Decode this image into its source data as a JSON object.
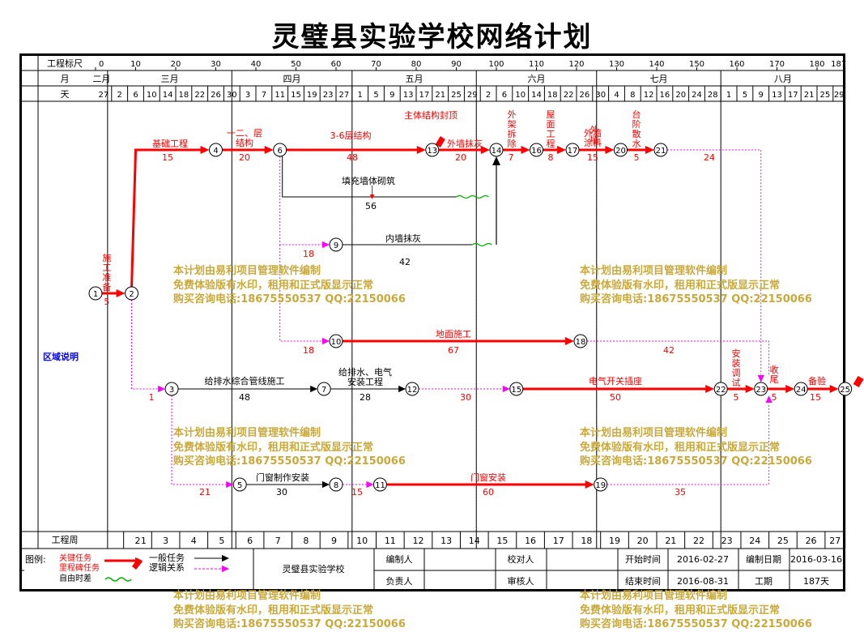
{
  "title": "灵璧县实验学校网络计划",
  "rows": {
    "scale": "工程标尺",
    "month": "月",
    "day": "天",
    "region": "区域说明",
    "week": "工程周"
  },
  "scale_ticks": [
    "0",
    "10",
    "20",
    "30",
    "40",
    "50",
    "60",
    "70",
    "80",
    "90",
    "100",
    "110",
    "120",
    "130",
    "140",
    "150",
    "160",
    "170",
    "180",
    "187"
  ],
  "months": [
    "二月",
    "三月",
    "四月",
    "五月",
    "六月",
    "七月",
    "八月"
  ],
  "days": [
    "27",
    "2",
    "6",
    "10",
    "14",
    "18",
    "22",
    "26",
    "30",
    "3",
    "7",
    "11",
    "15",
    "19",
    "23",
    "27",
    "1",
    "5",
    "9",
    "13",
    "17",
    "21",
    "25",
    "29",
    "2",
    "6",
    "10",
    "14",
    "18",
    "22",
    "26",
    "30",
    "4",
    "8",
    "12",
    "16",
    "20",
    "24",
    "28",
    "1",
    "5",
    "9",
    "13",
    "17",
    "21",
    "25",
    "29"
  ],
  "weeks": [
    "1",
    "2",
    "3",
    "4",
    "5",
    "6",
    "7",
    "8",
    "9",
    "10",
    "11",
    "12",
    "13",
    "14",
    "15",
    "16",
    "17",
    "18",
    "19",
    "20",
    "21",
    "22",
    "23",
    "24",
    "25",
    "26",
    "27"
  ],
  "nodes": [
    "1",
    "2",
    "3",
    "4",
    "5",
    "6",
    "7",
    "8",
    "9",
    "10",
    "11",
    "12",
    "13",
    "14",
    "15",
    "16",
    "17",
    "18",
    "19",
    "20",
    "21",
    "22",
    "23",
    "24",
    "25"
  ],
  "tasks": {
    "prep": {
      "name": "施工准备",
      "dur": "5"
    },
    "found": {
      "name": "基础工程",
      "dur": "15"
    },
    "floor12": {
      "name1": "一二、层",
      "name2": "结构",
      "dur": "20"
    },
    "floor36": {
      "name": "3-6层结构",
      "dur": "48"
    },
    "topping": {
      "name": "主体结构封顶"
    },
    "outplaster": {
      "name": "外墙抹灰",
      "dur": "20"
    },
    "scaffold": {
      "name": "外架拆除",
      "dur": "7"
    },
    "roof": {
      "name": "屋面工程",
      "dur": "8"
    },
    "paint": {
      "name": "外墙涂料",
      "dur": "15"
    },
    "steps": {
      "name": "台阶散水",
      "dur": "5"
    },
    "infill": {
      "name": "填充墙体砌筑",
      "dur": "56"
    },
    "inplaster": {
      "name": "内墙抹灰",
      "dur": "42"
    },
    "ground": {
      "name": "地面施工",
      "dur": "67"
    },
    "pipe": {
      "name": "给排水综合管线施工",
      "dur": "48"
    },
    "plumb": {
      "name1": "给排水、电气",
      "name2": "安装工程",
      "dur": "28"
    },
    "switch": {
      "name": "电气开关插座",
      "dur": "50"
    },
    "debug": {
      "name": "安装调试",
      "dur": "5"
    },
    "close": {
      "name": "收尾",
      "dur": "5"
    },
    "accept": {
      "name": "备验",
      "dur": "15"
    },
    "door": {
      "name": "门窗制作安装",
      "dur": "30"
    },
    "window": {
      "name": "门窗安装",
      "dur": "60"
    }
  },
  "logic_durs": {
    "d24": "24",
    "d18a": "18",
    "d18b": "18",
    "d42": "42",
    "d1": "1",
    "d30": "30",
    "d21": "21",
    "d15": "15",
    "d35": "35"
  },
  "legend": {
    "title": "图例:",
    "critical": "关键任务",
    "milestone": "里程碑任务",
    "float": "自由时差",
    "normal": "一般任务",
    "logic": "逻辑关系"
  },
  "info": {
    "project": "灵璧县实验学校",
    "editor_label": "编制人",
    "checker_label": "校对人",
    "start_label": "开始时间",
    "start": "2016-02-27",
    "compile_label": "编制日期",
    "compile": "2016-03-16",
    "owner_label": "负责人",
    "reviewer_label": "审核人",
    "end_label": "结束时间",
    "end": "2016-08-31",
    "period_label": "工期",
    "period": "187天"
  },
  "watermark": {
    "line1": "本计划由易利项目管理软件编制",
    "line2": "免费体验版有水印，租用和正式版显示正常",
    "line3": "购买咨询电话:18675550537 QQ:22150066"
  },
  "colors": {
    "critical": "#ff0000",
    "normal": "#000000",
    "logic": "#ff00ff",
    "float": "#00b000",
    "watermark": "#c9a93b",
    "header_blue": "#0000ff"
  }
}
